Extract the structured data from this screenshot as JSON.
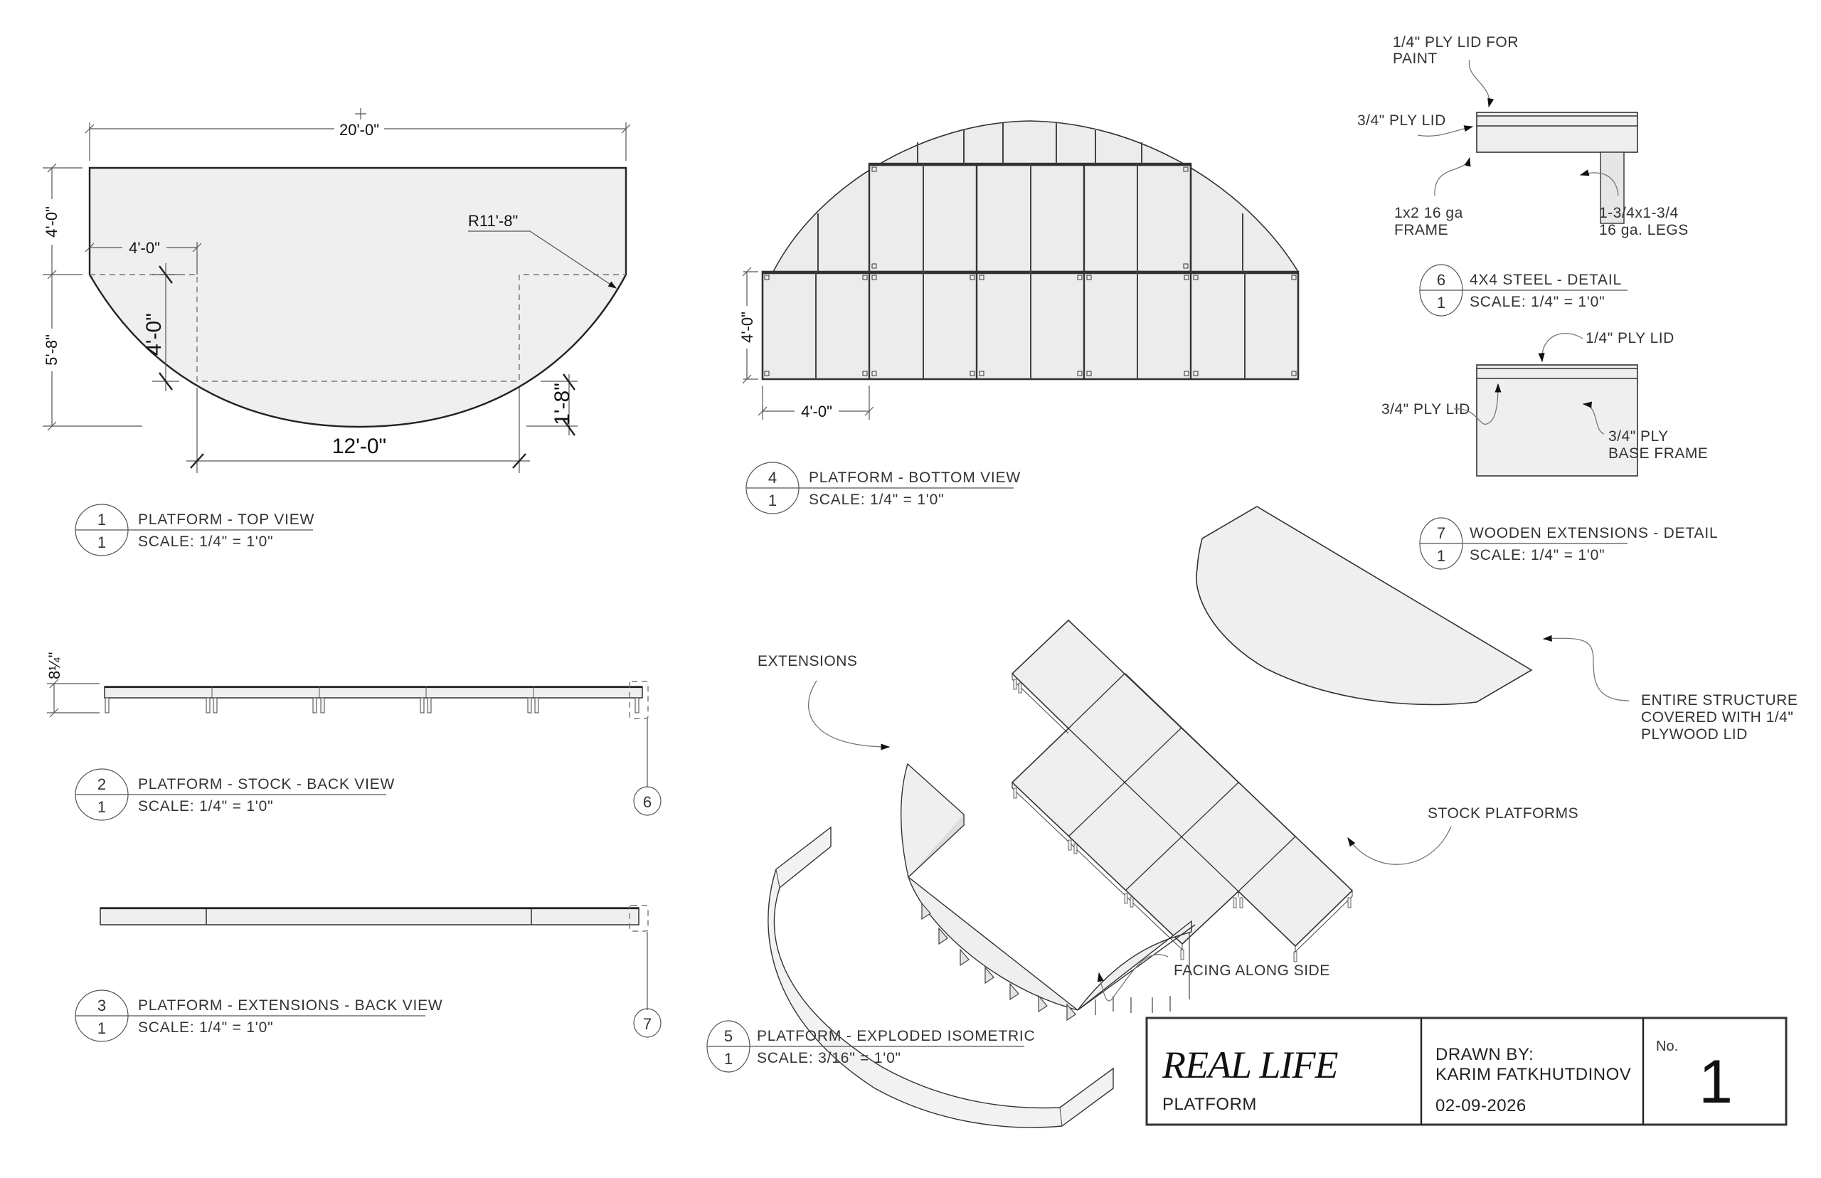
{
  "sheet": {
    "title_block": {
      "project": "REAL LIFE",
      "subject": "PLATFORM",
      "drawn_by_label": "DRAWN BY:",
      "drawn_by": "KARIM FATKHUTDINOV",
      "date": "02-09-2026",
      "number_label": "No.",
      "number": "1"
    }
  },
  "views": [
    {
      "num": "1",
      "sheet": "1",
      "title": "PLATFORM - TOP VIEW",
      "scale": "SCALE: 1/4\" = 1'0\""
    },
    {
      "num": "2",
      "sheet": "1",
      "title": "PLATFORM - STOCK - BACK VIEW",
      "scale": "SCALE: 1/4\" = 1'0\""
    },
    {
      "num": "3",
      "sheet": "1",
      "title": "PLATFORM - EXTENSIONS - BACK VIEW",
      "scale": "SCALE: 1/4\" = 1'0\""
    },
    {
      "num": "4",
      "sheet": "1",
      "title": "PLATFORM - BOTTOM VIEW",
      "scale": "SCALE: 1/4\" = 1'0\""
    },
    {
      "num": "5",
      "sheet": "1",
      "title": "PLATFORM - EXPLODED ISOMETRIC",
      "scale": "SCALE: 3/16\" = 1'0\""
    },
    {
      "num": "6",
      "sheet": "1",
      "title": "4X4 STEEL - DETAIL",
      "scale": "SCALE: 1/4\" = 1'0\""
    },
    {
      "num": "7",
      "sheet": "1",
      "title": "WOODEN EXTENSIONS - DETAIL",
      "scale": "SCALE: 1/4\" = 1'0\""
    }
  ],
  "top_view": {
    "dims": {
      "overall_width": "20'-0\"",
      "top_depth": "4'-0\"",
      "lower_depth": "5'-8\"",
      "ext_width": "4'-0\"",
      "ext_depth": "4'-0\"",
      "center_width": "12'-0\"",
      "arc_rise": "1'-8\"",
      "radius": "R11'-8\""
    }
  },
  "back_view_stock": {
    "height_dim": "8¼\"",
    "detail_callout": "6"
  },
  "back_view_extensions": {
    "detail_callout": "7"
  },
  "bottom_view": {
    "dims": {
      "depth": "4'-0\"",
      "panel_width": "4'-0\""
    }
  },
  "detail_6": {
    "notes": {
      "top_lid_line1": "1/4\" PLY LID FOR",
      "top_lid_line2": "PAINT",
      "ply_lid": "3/4\" PLY LID",
      "frame_line1": "1x2 16 ga",
      "frame_line2": "FRAME",
      "legs_line1": "1-3/4x1-3/4",
      "legs_line2": "16 ga. LEGS"
    }
  },
  "detail_7": {
    "notes": {
      "top_lid": "1/4\" PLY LID",
      "ply_lid": "3/4\" PLY LID",
      "base_line1": "3/4\" PLY",
      "base_line2": "BASE FRAME"
    }
  },
  "isometric": {
    "notes": {
      "extensions": "EXTENSIONS",
      "stock": "STOCK PLATFORMS",
      "facing": "FACING ALONG SIDE",
      "cover_line1": "ENTIRE STRUCTURE",
      "cover_line2": "COVERED WITH 1/4\"",
      "cover_line3": "PLYWOOD LID"
    }
  },
  "colors": {
    "paper": "#ffffff",
    "fill": "#efefef",
    "line": "#222222"
  }
}
